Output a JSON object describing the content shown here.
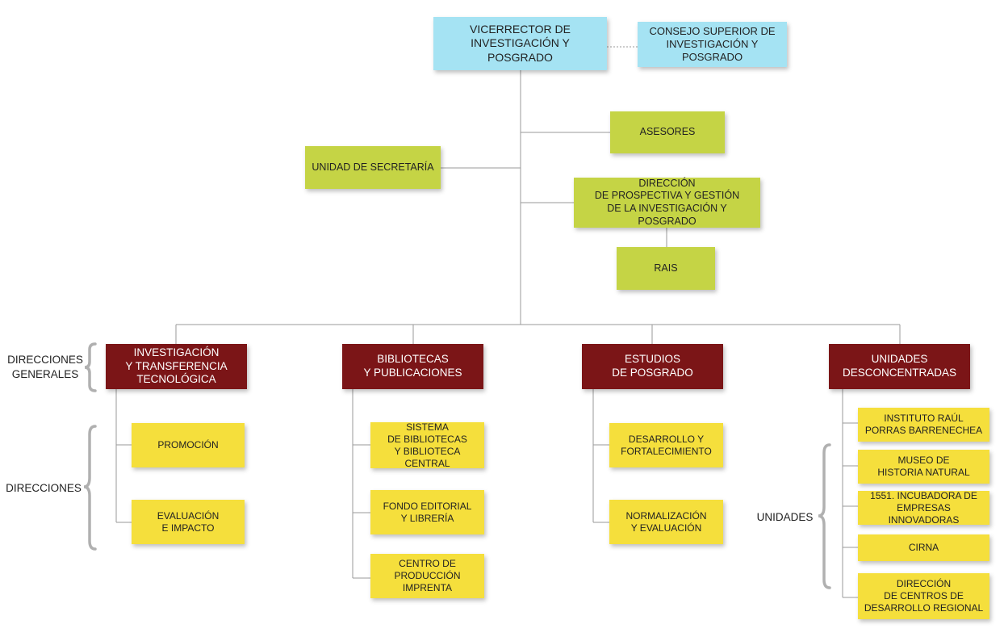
{
  "top": {
    "vicerrector": "VICERRECTOR DE\nINVESTIGACIÓN Y  POSGRADO",
    "consejo": "CONSEJO SUPERIOR DE\nINVESTIGACIÓN Y  POSGRADO"
  },
  "support": {
    "asesores": "ASESORES",
    "secretaria": "UNIDAD DE SECRETARÍA",
    "prospectiva": "DIRECCIÓN\nDE PROSPECTIVA Y GESTIÓN\nDE LA INVESTIGACIÓN Y POSGRADO",
    "rais": "RAIS"
  },
  "side_labels": {
    "direcciones_generales": "DIRECCIONES\nGENERALES",
    "direcciones": "DIRECCIONES",
    "unidades": "UNIDADES"
  },
  "general": {
    "investigacion": "INVESTIGACIÓN\nY TRANSFERENCIA\nTECNOLÓGICA",
    "bibliotecas": "BIBLIOTECAS\nY PUBLICACIONES",
    "posgrado": "ESTUDIOS\nDE POSGRADO",
    "unidades": "UNIDADES\nDESCONCENTRADAS"
  },
  "investigacion_items": [
    "PROMOCIÓN",
    "EVALUACIÓN\nE IMPACTO"
  ],
  "bibliotecas_items": [
    "SISTEMA\nDE BIBLIOTECAS\nY BIBLIOTECA CENTRAL",
    "FONDO EDITORIAL\nY LIBRERÍA",
    "CENTRO DE\nPRODUCCIÓN\nIMPRENTA"
  ],
  "posgrado_items": [
    "DESARROLLO Y\nFORTALECIMIENTO",
    "NORMALIZACIÓN\nY EVALUACIÓN"
  ],
  "unidades_items": [
    "INSTITUTO RAÚL\nPORRAS BARRENECHEA",
    "MUSEO DE\nHISTORIA NATURAL",
    "1551. INCUBADORA DE\nEMPRESAS INNOVADORAS",
    "CIRNA",
    "DIRECCIÓN\nDE CENTROS DE\nDESARROLLO REGIONAL"
  ],
  "colors": {
    "top": "#a5e3f3",
    "support": "#c5d445",
    "general": "#7b1517",
    "unit": "#f5df3c",
    "line": "#9a9a9a",
    "brace": "#b0b0b0"
  }
}
